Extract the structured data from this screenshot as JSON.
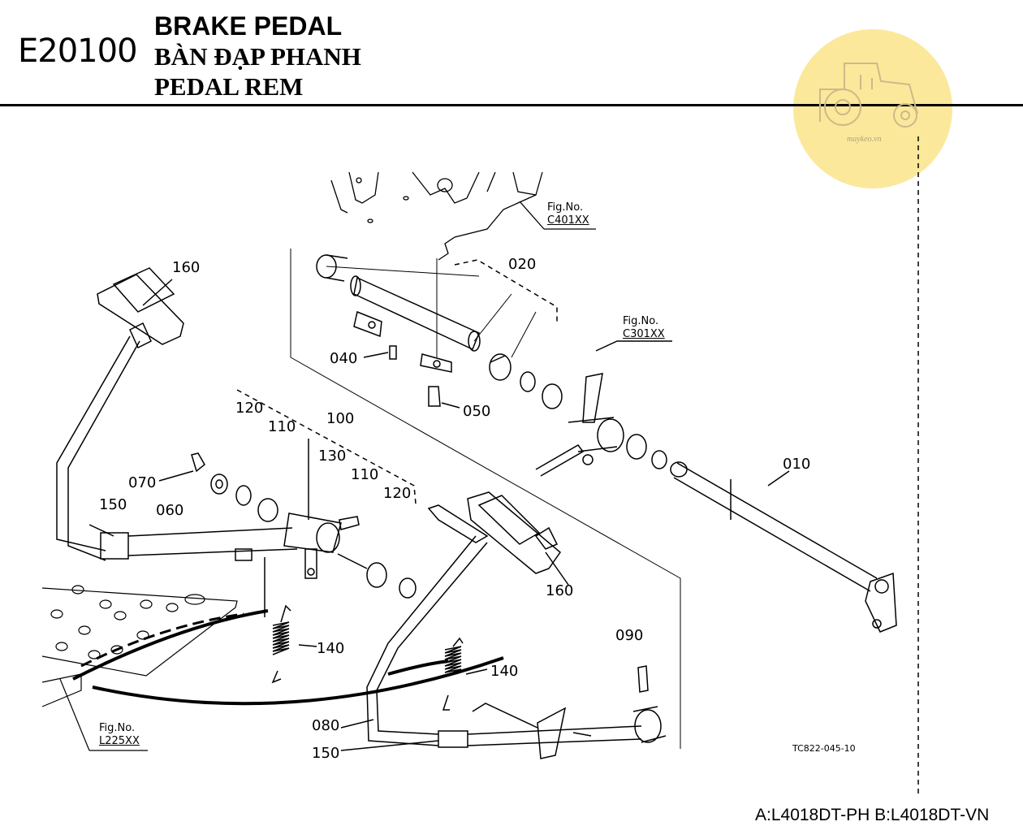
{
  "header": {
    "code": "E20100",
    "title_en": "BRAKE PEDAL",
    "title_vi": "BÀN ĐẠP PHANH",
    "title_id": "PEDAL REM"
  },
  "logo": {
    "text": "maykeo.vn",
    "color": "#fbe89a"
  },
  "figure_refs": [
    {
      "label": "Fig.No.",
      "code": "C401XX"
    },
    {
      "label": "Fig.No.",
      "code": "C301XX"
    },
    {
      "label": "Fig.No.",
      "code": "L225XX"
    }
  ],
  "part_labels": [
    "160",
    "020",
    "040",
    "050",
    "010",
    "120",
    "110",
    "100",
    "130",
    "070",
    "060",
    "150",
    "110",
    "120",
    "160",
    "140",
    "090",
    "140",
    "080",
    "150"
  ],
  "drawing_code": "TC822-045-10",
  "footer": "A:L4018DT-PH B:L4018DT-VN"
}
